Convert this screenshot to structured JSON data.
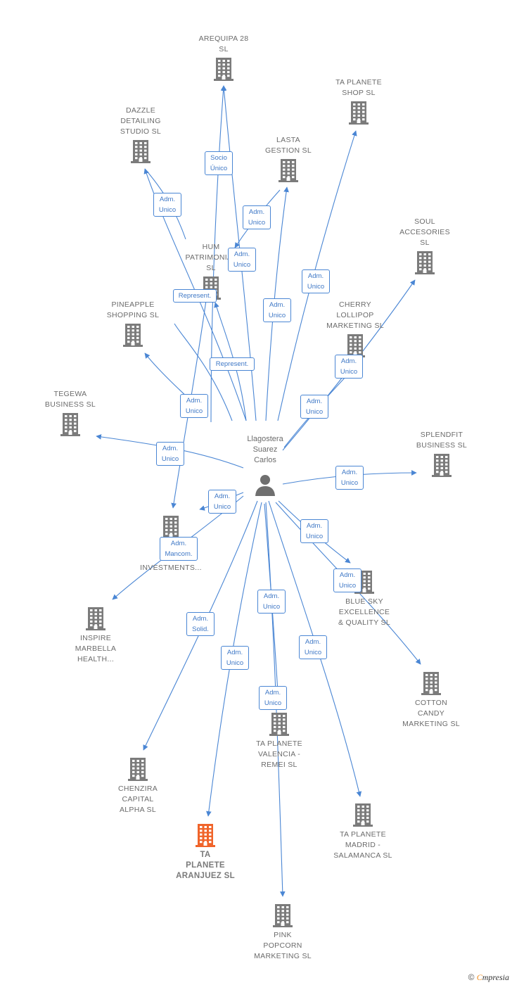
{
  "person": {
    "label_lines": [
      "Llagostera",
      "Suarez",
      "Carlos"
    ]
  },
  "colors": {
    "edge": "#4a86d4",
    "building": "#7b7b7b",
    "building_focus": "#f0642a",
    "person": "#6f6f6f"
  },
  "icons": {
    "company": "building-icon",
    "person": "person-icon"
  },
  "companies": [
    {
      "id": "arequipa",
      "lines": [
        "AREQUIPA 28",
        "SL"
      ],
      "focus": false
    },
    {
      "id": "ta-planete-shop",
      "lines": [
        "TA PLANETE",
        "SHOP  SL"
      ],
      "focus": false
    },
    {
      "id": "dazzle",
      "lines": [
        "DAZZLE",
        "DETAILING",
        "STUDIO  SL"
      ],
      "focus": false
    },
    {
      "id": "lasta",
      "lines": [
        "LASTA",
        "GESTION  SL"
      ],
      "focus": false
    },
    {
      "id": "soul",
      "lines": [
        "SOUL",
        "ACCESORIES",
        "SL"
      ],
      "focus": false
    },
    {
      "id": "hum",
      "lines": [
        "HUM",
        "PATRIMONIAL",
        "SL"
      ],
      "focus": false
    },
    {
      "id": "pineapple",
      "lines": [
        "PINEAPPLE",
        "SHOPPING  SL"
      ],
      "focus": false
    },
    {
      "id": "cherry",
      "lines": [
        "CHERRY",
        "LOLLIPOP",
        "MARKETING  SL"
      ],
      "focus": false
    },
    {
      "id": "tegewa",
      "lines": [
        "TEGEWA",
        "BUSINESS  SL"
      ],
      "focus": false
    },
    {
      "id": "splendfit",
      "lines": [
        "SPLENDFIT",
        "BUSINESS  SL"
      ],
      "focus": false
    },
    {
      "id": "investments",
      "lines": [
        "B",
        "CA",
        "INVESTMENTS..."
      ],
      "focus": false
    },
    {
      "id": "blue-sky",
      "lines": [
        "BLUE SKY",
        "EXCELLENCE",
        "& QUALITY  SL"
      ],
      "focus": false
    },
    {
      "id": "inspire",
      "lines": [
        "INSPIRE",
        "MARBELLA",
        "HEALTH..."
      ],
      "focus": false
    },
    {
      "id": "cotton",
      "lines": [
        "COTTON",
        "CANDY",
        "MARKETING  SL"
      ],
      "focus": false
    },
    {
      "id": "ta-valencia",
      "lines": [
        "TA PLANETE",
        "VALENCIA -",
        "REMEI  SL"
      ],
      "focus": false
    },
    {
      "id": "chenzira",
      "lines": [
        "CHENZIRA",
        "CAPITAL",
        "ALPHA  SL"
      ],
      "focus": false
    },
    {
      "id": "ta-madrid",
      "lines": [
        "TA PLANETE",
        "MADRID -",
        "SALAMANCA  SL"
      ],
      "focus": false
    },
    {
      "id": "ta-aranjuez",
      "lines": [
        "TA",
        "PLANETE",
        "ARANJUEZ  SL"
      ],
      "focus": true
    },
    {
      "id": "pink",
      "lines": [
        "PINK",
        "POPCORN",
        "MARKETING  SL"
      ],
      "focus": false
    }
  ],
  "edge_labels": [
    {
      "id": "arequipa",
      "lines": [
        "Socio",
        "Único"
      ]
    },
    {
      "id": "dazzle",
      "lines": [
        "Adm.",
        "Unico"
      ]
    },
    {
      "id": "lasta",
      "lines": [
        "Adm.",
        "Unico"
      ]
    },
    {
      "id": "hum-adm",
      "lines": [
        "Adm.",
        "Unico"
      ]
    },
    {
      "id": "ta-planete-shop",
      "lines": [
        "Adm.",
        "Unico"
      ]
    },
    {
      "id": "arequipa-adm",
      "lines": [
        "Adm.",
        "Unico"
      ]
    },
    {
      "id": "represent-1",
      "lines": [
        "Represent."
      ]
    },
    {
      "id": "represent-2",
      "lines": [
        "Represent."
      ]
    },
    {
      "id": "soul",
      "lines": [
        "Adm.",
        "Unico"
      ]
    },
    {
      "id": "pineapple",
      "lines": [
        "Adm.",
        "Unico"
      ]
    },
    {
      "id": "cherry",
      "lines": [
        "Adm.",
        "Unico"
      ]
    },
    {
      "id": "tegewa",
      "lines": [
        "Adm.",
        "Unico"
      ]
    },
    {
      "id": "splendfit",
      "lines": [
        "Adm.",
        "Unico"
      ]
    },
    {
      "id": "investments",
      "lines": [
        "Adm.",
        "Unico"
      ]
    },
    {
      "id": "inspire",
      "lines": [
        "Adm.",
        "Mancom."
      ]
    },
    {
      "id": "blue-sky",
      "lines": [
        "Adm.",
        "Unico"
      ]
    },
    {
      "id": "cotton",
      "lines": [
        "Adm.",
        "Unico"
      ]
    },
    {
      "id": "valencia",
      "lines": [
        "Adm.",
        "Unico"
      ]
    },
    {
      "id": "chenzira",
      "lines": [
        "Adm.",
        "Solid."
      ]
    },
    {
      "id": "aranjuez",
      "lines": [
        "Adm.",
        "Unico"
      ]
    },
    {
      "id": "madrid",
      "lines": [
        "Adm.",
        "Unico"
      ]
    },
    {
      "id": "pink",
      "lines": [
        "Adm.",
        "Unico"
      ]
    }
  ],
  "footer": {
    "copyright": "©",
    "brand_first": "C",
    "brand_rest": "mpresia"
  }
}
